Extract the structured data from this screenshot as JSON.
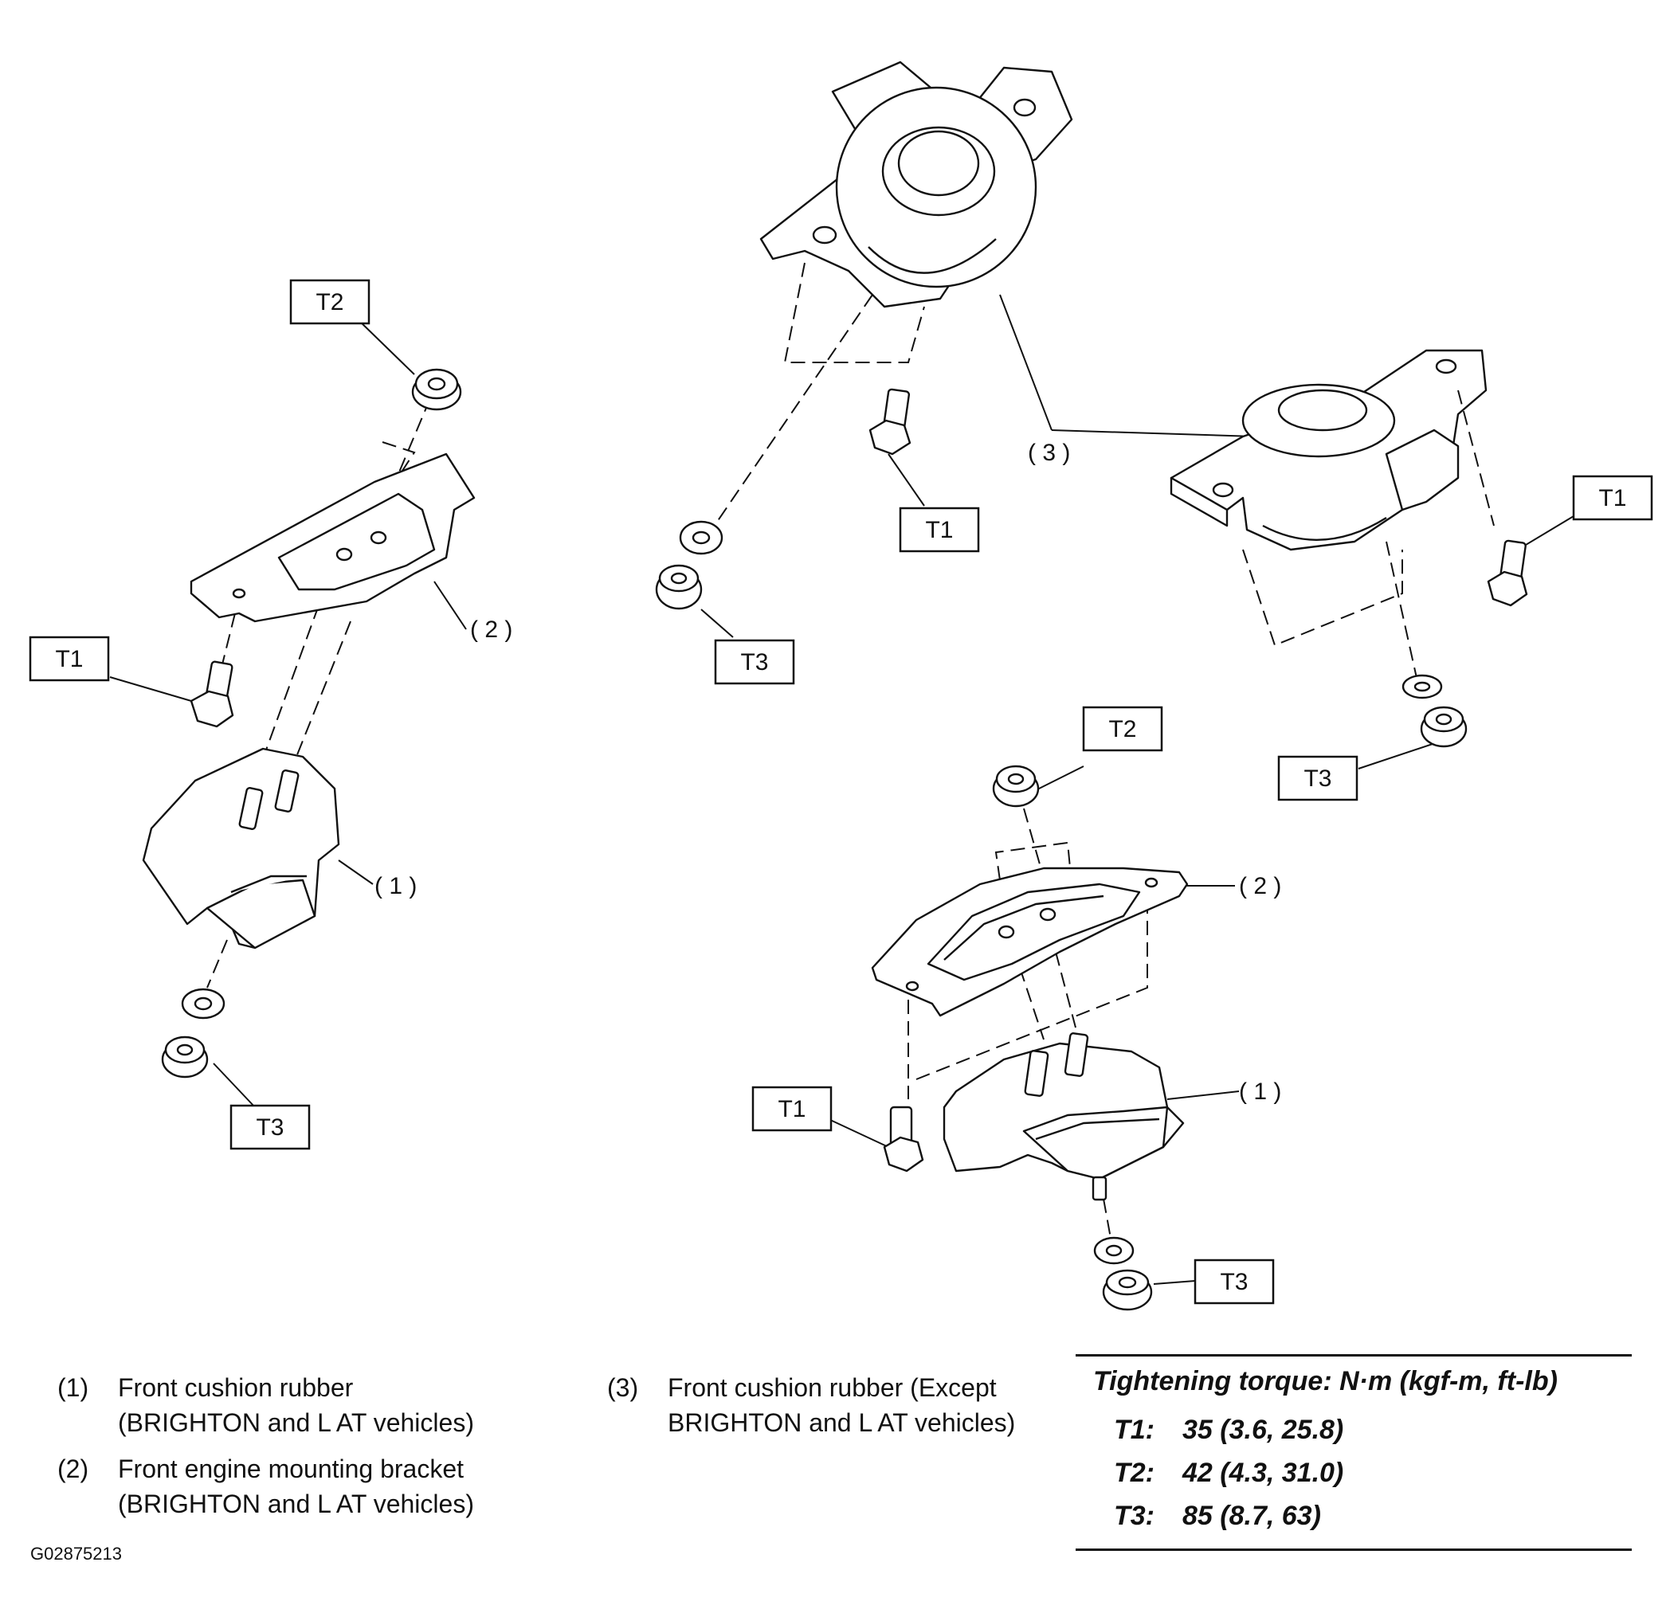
{
  "callouts": {
    "t1": "T1",
    "t2": "T2",
    "t3": "T3",
    "ref1": "( 1 )",
    "ref2": "( 2 )",
    "ref3": "( 3 )"
  },
  "legend": [
    {
      "num": "(1)",
      "line1": "Front cushion rubber",
      "line2": "(BRIGHTON and L AT vehicles)"
    },
    {
      "num": "(2)",
      "line1": "Front engine mounting bracket",
      "line2": "(BRIGHTON and L AT vehicles)"
    },
    {
      "num": "(3)",
      "line1": "Front cushion rubber (Except",
      "line2": "BRIGHTON and L AT vehicles)"
    }
  ],
  "torque": {
    "title": "Tightening torque: N·m (kgf-m, ft-lb)",
    "rows": [
      {
        "key": "T1:",
        "value": "35 (3.6, 25.8)"
      },
      {
        "key": "T2:",
        "value": "42 (4.3, 31.0)"
      },
      {
        "key": "T3:",
        "value": "85 (8.7, 63)"
      }
    ]
  },
  "figure_code": "G02875213"
}
